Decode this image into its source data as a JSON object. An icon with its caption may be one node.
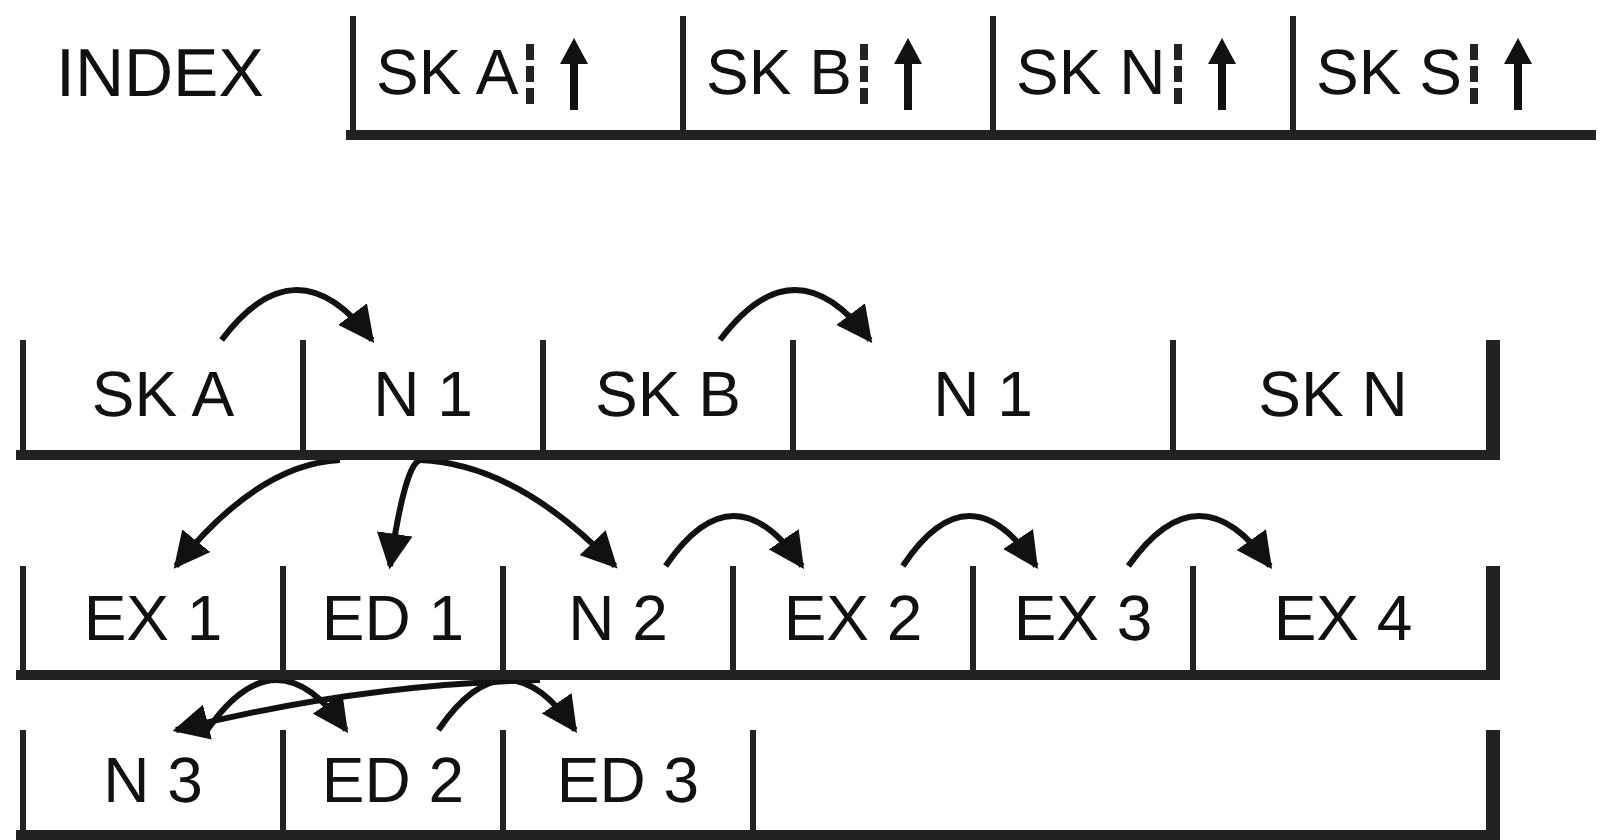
{
  "diagram": {
    "nodes": [
      {
        "text": [
          "SK A"
        ]
      },
      {
        "text": [
          "SK B"
        ]
      },
      {
        "text": [
          "SK N"
        ]
      },
      {
        "text": [
          "SK S"
        ]
      },
      {
        "text": [
          "SK A"
        ]
      },
      {
        "text": [
          "N 1"
        ]
      },
      {
        "text": [
          "SK B"
        ]
      },
      {
        "text": [
          "N 1"
        ]
      },
      {
        "text": [
          "SK N"
        ]
      },
      {
        "text": [
          "EX 1"
        ]
      },
      {
        "text": [
          "ED 1"
        ]
      },
      {
        "text": [
          "N 2"
        ]
      },
      {
        "text": [
          "EX 2"
        ]
      },
      {
        "text": [
          "EX 3"
        ]
      },
      {
        "text": [
          "EX 4"
        ]
      },
      {
        "text": [
          "N 3"
        ]
      },
      {
        "text": [
          "ED 2"
        ]
      },
      {
        "text": [
          "ED 3"
        ]
      },
      {
        "text": [],
        "shape": "box"
      }
    ],
    "edges": [
      {
        "from": 4,
        "to": 5,
        "arrow": "to"
      },
      {
        "from": 6,
        "to": 7,
        "arrow": "to"
      },
      {
        "from": 5,
        "to": 9,
        "arrow": "to"
      },
      {
        "from": 5,
        "to": 10,
        "arrow": "to"
      },
      {
        "from": 5,
        "to": 11,
        "arrow": "to"
      },
      {
        "from": 11,
        "to": 12,
        "arrow": "to"
      },
      {
        "from": 12,
        "to": 13,
        "arrow": "to"
      },
      {
        "from": 13,
        "to": 14,
        "arrow": "to"
      },
      {
        "from": 11,
        "to": 15,
        "arrow": "to"
      },
      {
        "from": 15,
        "to": 16,
        "arrow": "to"
      },
      {
        "from": 16,
        "to": 17,
        "arrow": "to"
      }
    ],
    "labels": [
      "INDEX"
    ]
  }
}
